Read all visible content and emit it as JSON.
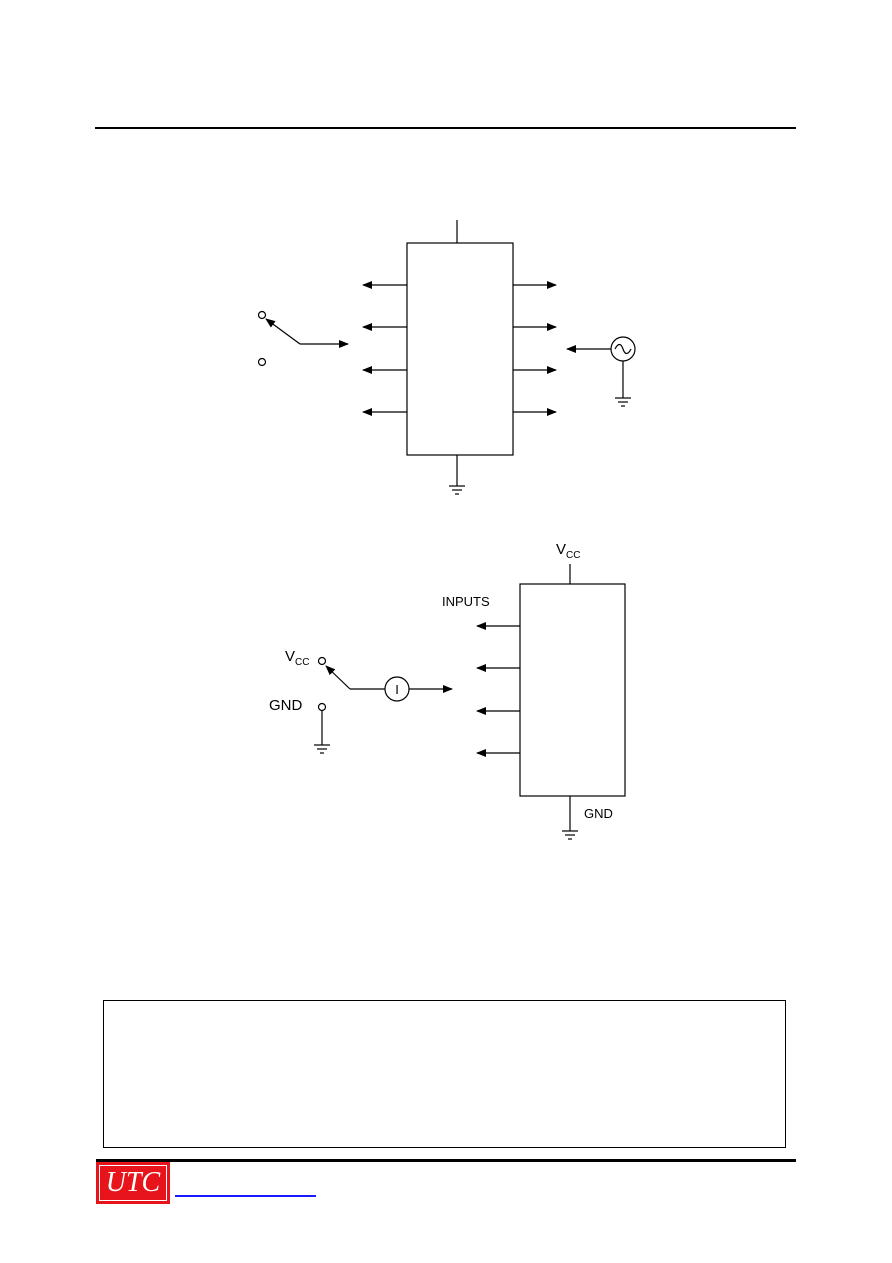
{
  "diagram2": {
    "vcc_top_main": "V",
    "vcc_top_sub": "CC",
    "inputs_label": "INPUTS",
    "vcc_switch_main": "V",
    "vcc_switch_sub": "CC",
    "gnd_switch_label": "GND",
    "current_source_label": "I",
    "gnd_bottom_label": "GND"
  },
  "footer": {
    "logo_text": "UTC",
    "logo_color": "#e8141b",
    "link_color": "#1a1aff"
  }
}
